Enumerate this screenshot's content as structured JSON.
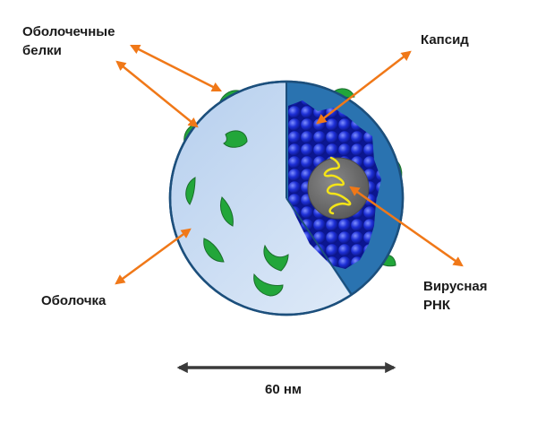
{
  "labels": {
    "envelope_proteins_line1": "Оболочечные",
    "envelope_proteins_line2": "белки",
    "capsid": "Капсид",
    "envelope": "Оболочка",
    "viral_rna_line1": "Вирусная",
    "viral_rna_line2": "РНК",
    "scale": "60 нм"
  },
  "colors": {
    "arrow": "#f07818",
    "scale_arrow": "#3a3a3a",
    "envelope_fill": "#c9dcf2",
    "outer_ring": "#2a73b0",
    "outline": "#1c4f7c",
    "protein": "#22a63a",
    "capsid_spheres": "#1d2fd6",
    "rna_core": "#6e6e6e",
    "rna_strand": "#f4e418"
  },
  "icons": {
    "arrows": "double-headed-arrow",
    "proteins": "crescent-shape"
  }
}
